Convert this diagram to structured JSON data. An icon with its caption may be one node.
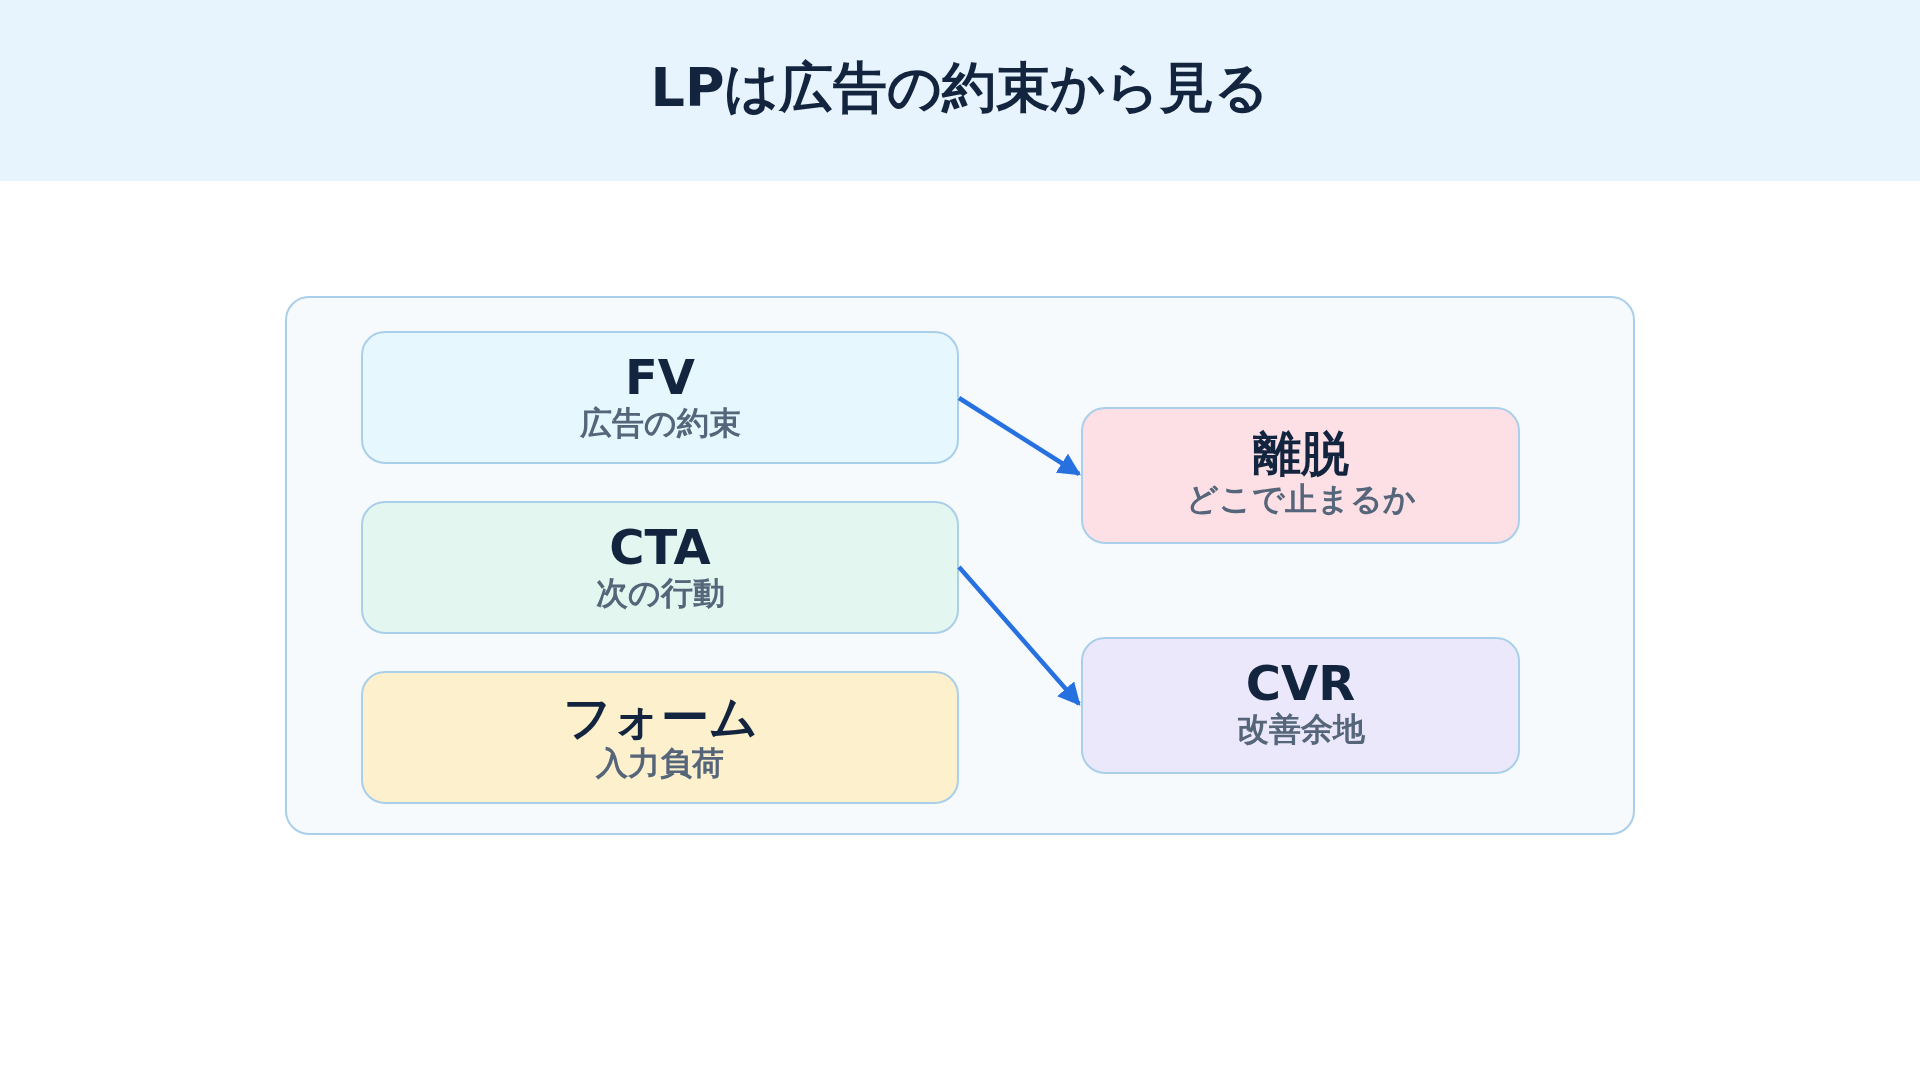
{
  "diagram": {
    "title": "LPは広告の約束から見る",
    "nodes": [
      {
        "text": [],
        "shape": "box"
      },
      {
        "text": [
          "FV",
          "広告の約束"
        ],
        "in": 0
      },
      {
        "text": [
          "CTA",
          "次の行動"
        ],
        "in": 0
      },
      {
        "text": [
          "フォーム",
          "入力負荷"
        ],
        "in": 0
      },
      {
        "text": [
          "離脱",
          "どこで止まるか"
        ],
        "in": 0
      },
      {
        "text": [
          "CVR",
          "改善余地"
        ],
        "in": 0
      }
    ],
    "edges": [
      {
        "from": 1,
        "to": 4,
        "arrow": "to"
      },
      {
        "from": 2,
        "to": 5,
        "arrow": "to"
      }
    ]
  }
}
